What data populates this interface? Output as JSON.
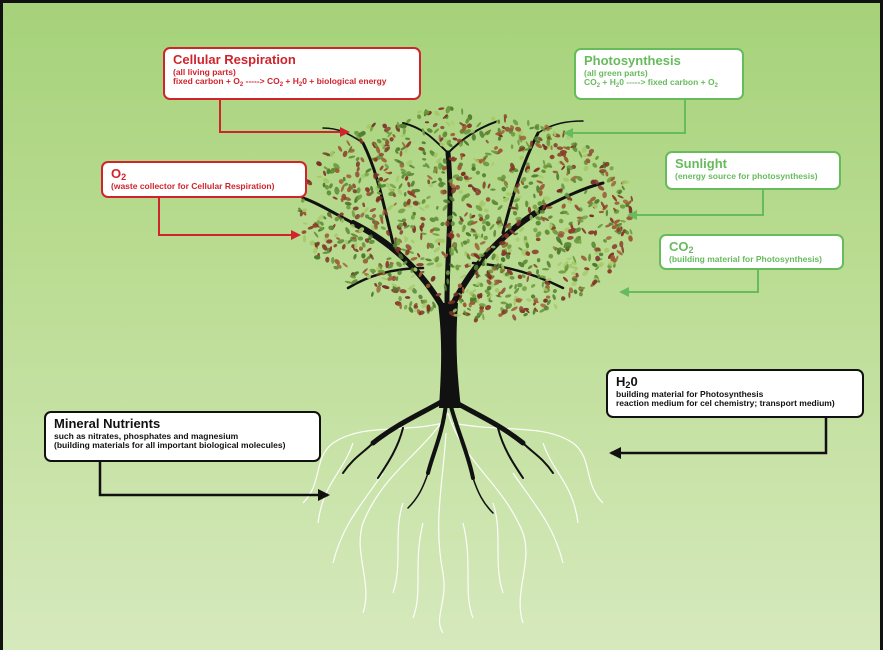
{
  "colors": {
    "respiration": "#d0242d",
    "photosynthesis": "#67bb5c",
    "soil": "#111111",
    "background_top": "#a6d27a",
    "background_bottom": "#d6e9bd"
  },
  "labels": {
    "respiration": {
      "title": "Cellular Respiration",
      "line1": "(all living parts)",
      "line2_pre": "fixed carbon + O",
      "line2_a": " -----> CO",
      "line2_b": " + H",
      "line2_c": "0 + biological energy",
      "sub2": "2"
    },
    "photosynthesis": {
      "title": "Photosynthesis",
      "line1": "(all green parts)",
      "line2_pre": "CO",
      "line2_a": " + H",
      "line2_b": "0 -----> fixed carbon + O",
      "sub2": "2"
    },
    "oxygen": {
      "title": "O",
      "title_sub": "2",
      "line1": "(waste collector for Cellular Respiration)"
    },
    "sunlight": {
      "title": "Sunlight",
      "line1": "(energy source for photosynthesis)"
    },
    "co2": {
      "title": "CO",
      "title_sub": "2",
      "line1": "(building material for Photosynthesis)"
    },
    "water": {
      "title": "H",
      "title_sub": "2",
      "title_post": "0",
      "line1": "building material for Photosynthesis",
      "line2": "reaction medium for cel chemistry; transport medium)"
    },
    "minerals": {
      "title": "Mineral Nutrients",
      "line1": "such as nitrates, phosphates and magnesium",
      "line2": "(building materials for all important biological molecules)"
    }
  }
}
